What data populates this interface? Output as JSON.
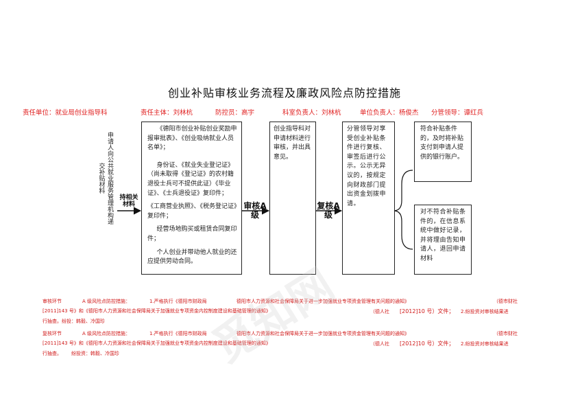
{
  "title": "创业补贴审核业务流程及廉政风险点防控措施",
  "responsibility": [
    "责任单位：就业局创业指导科",
    "责任主体：刘林杭",
    "防控员：高宇",
    "科室负责人：刘林杭",
    "单位负责人：杨俊杰",
    "分管领导：谭红兵"
  ],
  "flow": {
    "applicant": "申请人向公共就业服务管理机构递交补贴材料",
    "submit_label": "持相关材料",
    "materials": [
      "《德阳市创业补贴创业奖励申报审批表》、《创业吸纳就业人员名单》；",
      "身份证、《就业失业登记证》（尚未取得《登记证》的农村籍退役士兵可不提供此证）《毕业证》、《士兵退役证》复印件；",
      "《工商营业执照》、《税务登记证》复印件；",
      "经营场地购买或租赁合同复印件；",
      "个人创业并带动他人就业的还应提供劳动合同。"
    ],
    "review_label": "审核A级",
    "review_box": "创业指导科对申请材料进行审核，并出具意见。",
    "recheck_label": "复核A级",
    "recheck_box": "分管领导对享受创业补贴条件进行复核、审签后进行公示。公示无异议的，按规定向财政部门提出资金划拨申请。",
    "outcome_yes": "符合补贴条件的，及时将补贴支付到申请人提供的银行账户。",
    "outcome_no": "对不符合补贴条件的，在信息系统中做好记录，并将理由告知申请人，退回申请材料"
  },
  "footer": {
    "row1": [
      "审核环节",
      "A 级风险点防控措施：",
      "1.严格执行《德阳市财政局",
      "德阳市人力资源和社会保障局关于进一步加强就业专项资金管理有关问题的通知》",
      "（德市财社"
    ],
    "row2": [
      "[2011]143 号》和《德阳市人力资源和社会保障局关于加强就业专项资金内控制度建设和基础管理的通知》",
      "（德人社",
      "[2012]10 号）文件；",
      "2.纷投资对审核结果进",
      "行抽查。纷投：韩毅、冷国珍"
    ],
    "row3": [
      "复核环节",
      "A 级风险点防控措施：",
      "1.严格执行《德阳市财政局",
      "德阳市人力资源和社会保障局关于进一步加强就业专项资金管理有关问题的通知》",
      "（德市财社"
    ],
    "row4": [
      "[2011]143 号》和《德阳市人力资源和社会保障局关于加强就业专项资金内控制度建设和基础管理的通知》",
      "（德人社",
      "[2012]10 号）文件；",
      "2.纷投资对审核结果进",
      "行抽查。",
      "纷投资：韩毅、冷国珍"
    ]
  },
  "watermark": "觅知网"
}
